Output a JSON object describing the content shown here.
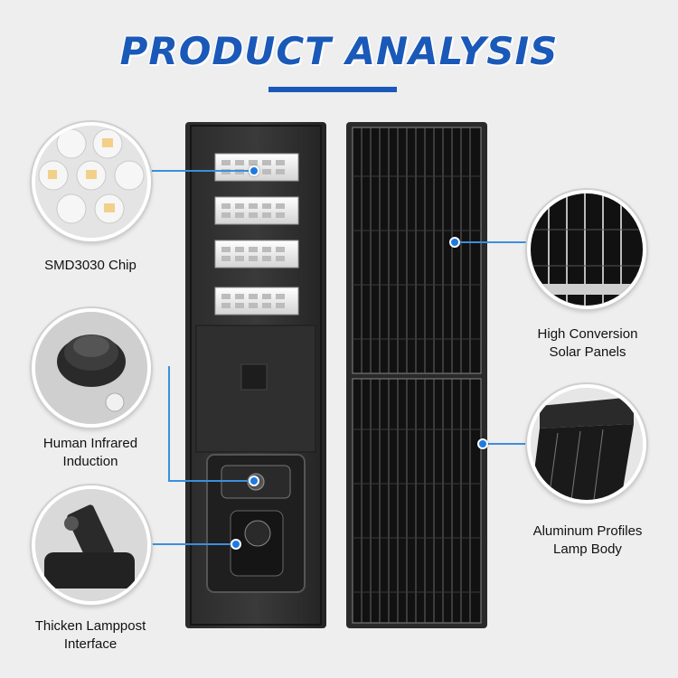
{
  "header": {
    "title": "PRODUCT ANALYSIS"
  },
  "features": {
    "smd_chip": "SMD3030 Chip",
    "infrared": [
      "Human Infrared",
      "Induction"
    ],
    "lamppost": [
      "Thicken Lamppost",
      "Interface"
    ],
    "solar": [
      "High Conversion",
      "Solar Panels"
    ],
    "aluminum": [
      "Aluminum Profiles",
      "Lamp Body"
    ]
  },
  "colors": {
    "accent": "#1a59b8",
    "connector": "#3a8fe0",
    "background": "#eeeeee"
  }
}
